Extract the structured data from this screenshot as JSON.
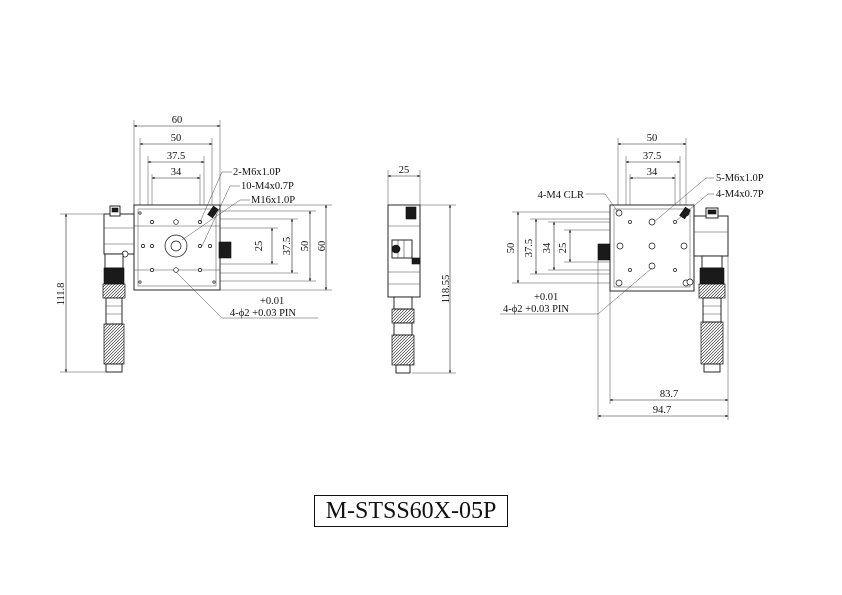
{
  "model": "M-STSS60X-05P",
  "front_view": {
    "dims_top": [
      "60",
      "50",
      "37.5",
      "34"
    ],
    "dims_right": [
      "25",
      "37.5",
      "50",
      "60"
    ],
    "dim_left": "111.8",
    "callouts": [
      "2-M6x1.0P",
      "10-M4x0.7P",
      "M16x1.0P"
    ],
    "pin_tol": "+0.01",
    "pin_spec": "4-ϕ2 +0.03 PIN"
  },
  "side_view": {
    "dim_top": "25",
    "dim_right": "118.55"
  },
  "right_view": {
    "dims_top": [
      "50",
      "37.5",
      "34"
    ],
    "dims_left": [
      "50",
      "37.5",
      "34",
      "25"
    ],
    "callout_left": "4-M4 CLR",
    "callouts": [
      "5-M6x1.0P",
      "4-M4x0.7P"
    ],
    "pin_tol": "+0.01",
    "pin_spec": "4-ϕ2 +0.03 PIN",
    "dims_bottom": [
      "83.7",
      "94.7"
    ]
  }
}
